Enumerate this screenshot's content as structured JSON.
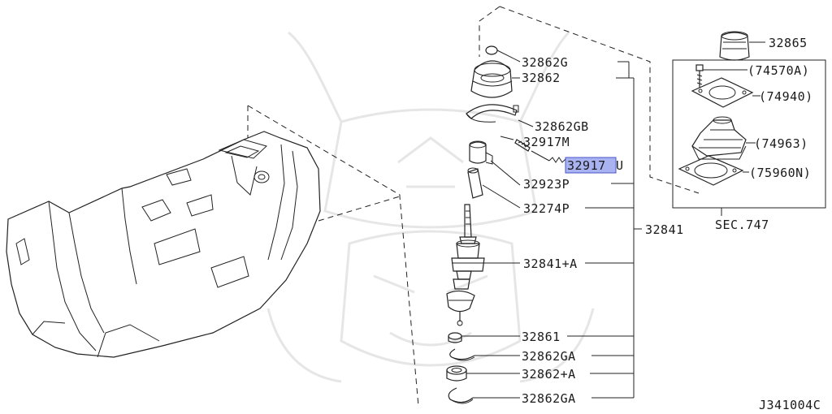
{
  "diagram": {
    "labels": {
      "p32865": "32865",
      "p74570a": "(74570A)",
      "p74940": "(74940)",
      "p74963": "(74963)",
      "p75960n": "(75960N)",
      "sec747": "SEC.747",
      "p32862g": "32862G",
      "p32862": "32862",
      "p32862gb": "32862GB",
      "p32917m": "32917M",
      "p32917": "32917",
      "p32917_suffix": "U",
      "p32923p": "32923P",
      "p32274p": "32274P",
      "p32841": "32841",
      "p32841a": "32841+A",
      "p32861": "32861",
      "p32862ga_1": "32862GA",
      "p32862a": "32862+A",
      "p32862ga_2": "32862GA"
    },
    "figure_code": "J341004C",
    "colors": {
      "line": "#222222",
      "highlight": "#a9b3f2",
      "highlight_border": "#4a55c8",
      "watermark": "#e6e6e6"
    },
    "highlighted_part": "32917"
  }
}
